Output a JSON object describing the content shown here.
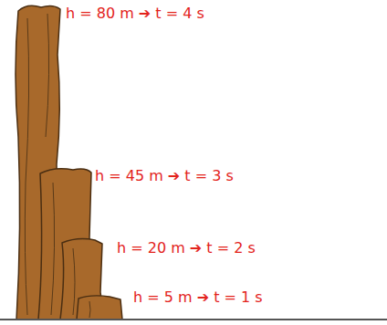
{
  "diagram": {
    "labels": [
      "h = 80 m ➔ t = 4 s",
      "h = 45 m ➔ t = 3 s",
      "h = 20 m ➔ t = 2 s",
      "h = 5 m ➔ t = 1 s"
    ]
  }
}
